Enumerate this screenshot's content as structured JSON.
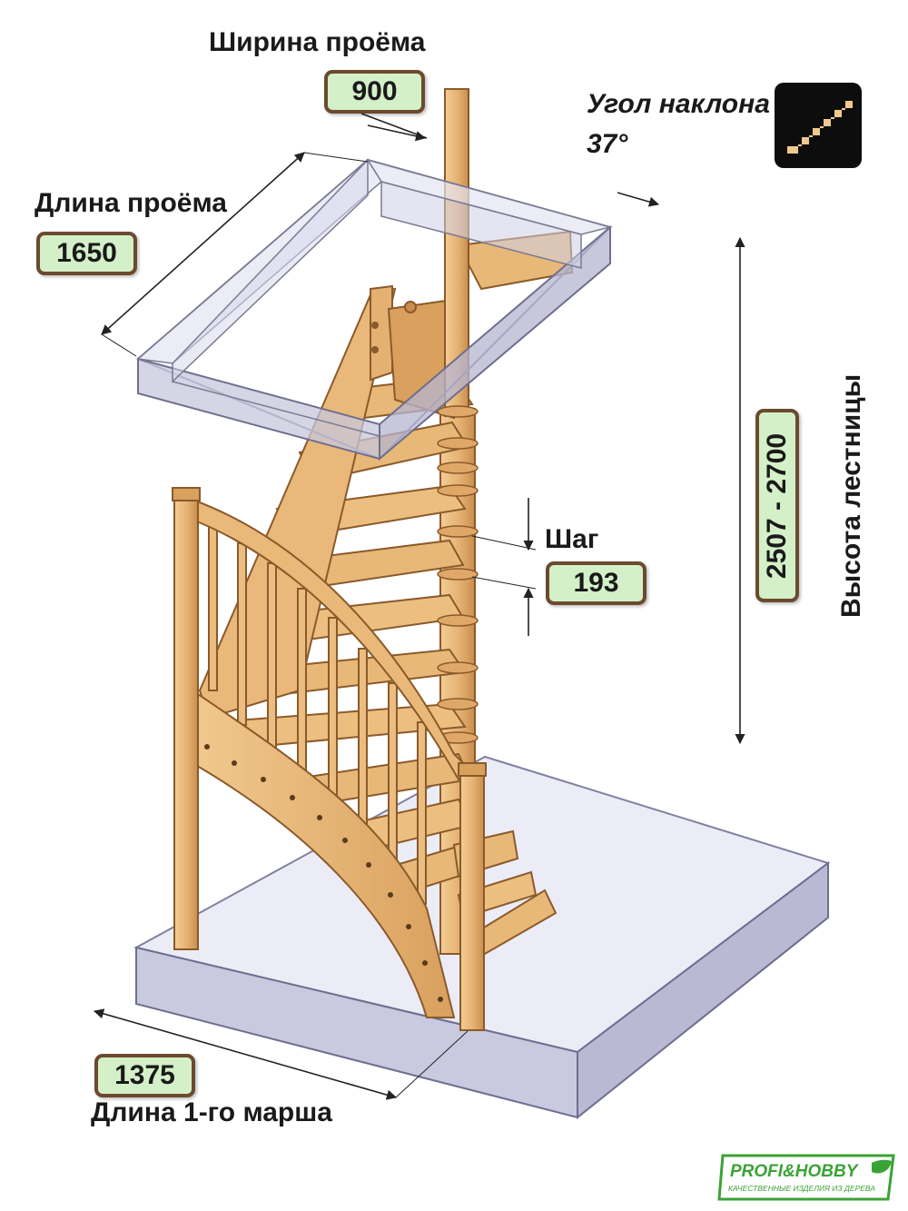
{
  "labels": {
    "opening_width_title": "Ширина проёма",
    "opening_width_value": "900",
    "opening_length_title": "Длина проёма",
    "opening_length_value": "1650",
    "angle_title": "Угол наклона",
    "angle_value": "37°",
    "step_title": "Шаг",
    "step_value": "193",
    "height_value": "2507 - 2700",
    "height_title": "Высота лестницы",
    "first_flight_value": "1375",
    "first_flight_title": "Длина 1-го марша"
  },
  "logo": {
    "brand": "PROFI&HOBBY",
    "tagline": "КАЧЕСТВЕННЫЕ ИЗДЕЛИЯ ИЗ ДЕРЕВА"
  },
  "colors": {
    "wood": "#e8b878",
    "wood_dark": "#c98e4c",
    "wood_edge": "#8a5a2a",
    "slab": "#d8d8ec",
    "slab_edge": "#7a7a92",
    "label_fill": "#d4f0c8",
    "label_border": "#6b4a2e",
    "logo_green": "#3aa335"
  },
  "icons": [
    "stair-angle-icon",
    "leaf-icon"
  ]
}
